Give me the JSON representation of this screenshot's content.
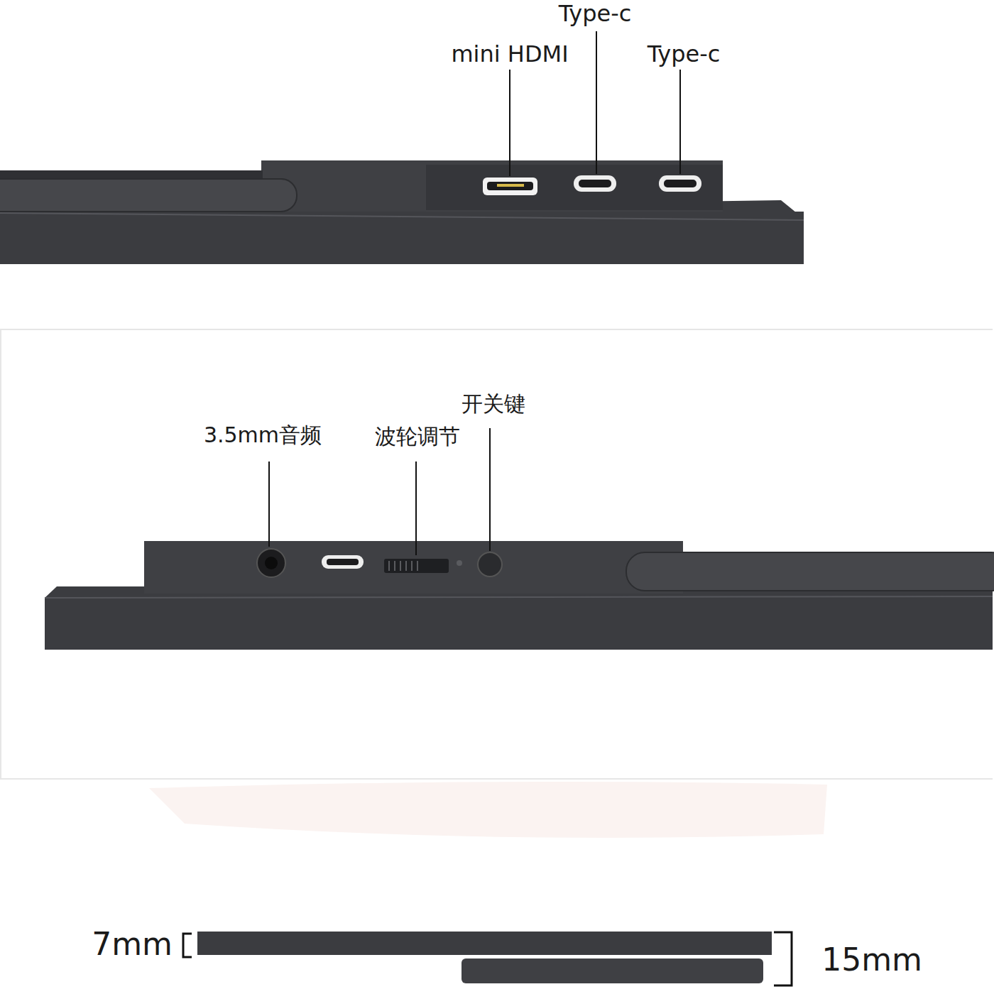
{
  "diagram": {
    "labels": [
      "Type-c",
      "mini HDMI",
      "Type-c",
      "3.5mm音频",
      "波轮调节",
      "开关键",
      "7mm",
      "15mm"
    ]
  }
}
